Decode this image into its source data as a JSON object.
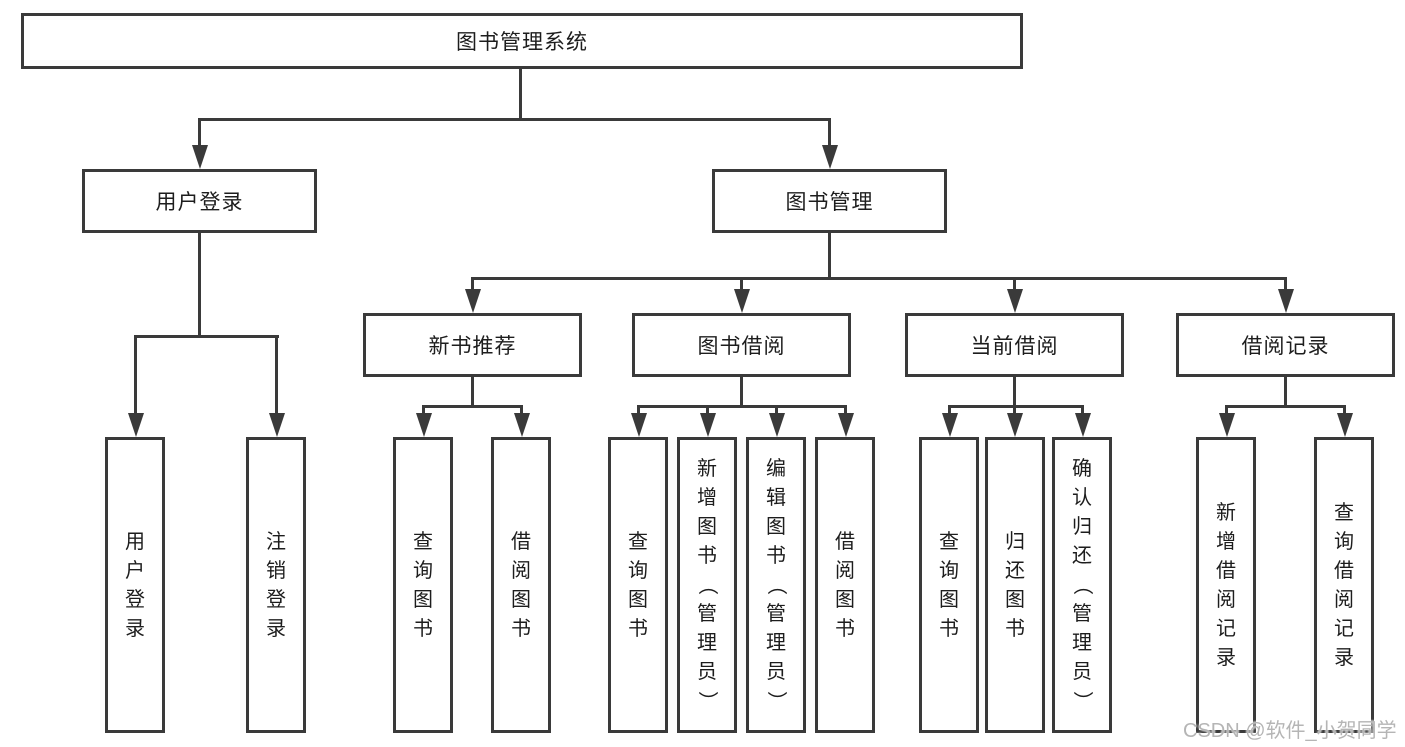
{
  "diagram": {
    "root": {
      "label": "图书管理系统"
    },
    "branches": [
      {
        "label": "用户登录",
        "children": [
          "用户登录",
          "注销登录"
        ]
      },
      {
        "label": "图书管理",
        "groups": [
          {
            "label": "新书推荐",
            "children": [
              "查询图书",
              "借阅图书"
            ]
          },
          {
            "label": "图书借阅",
            "children": [
              "查询图书",
              "新增图书（管理员）",
              "编辑图书（管理员）",
              "借阅图书"
            ]
          },
          {
            "label": "当前借阅",
            "children": [
              "查询图书",
              "归还图书",
              "确认归还（管理员）"
            ]
          },
          {
            "label": "借阅记录",
            "children": [
              "新增借阅记录",
              "查询借阅记录"
            ]
          }
        ]
      }
    ]
  },
  "watermark": {
    "text": "CSDN @软件_小贺同学"
  },
  "colors": {
    "line": "#3a3a3a",
    "text": "#1d1d1d",
    "background": "#ffffff",
    "watermark": "#b5b5b5"
  }
}
